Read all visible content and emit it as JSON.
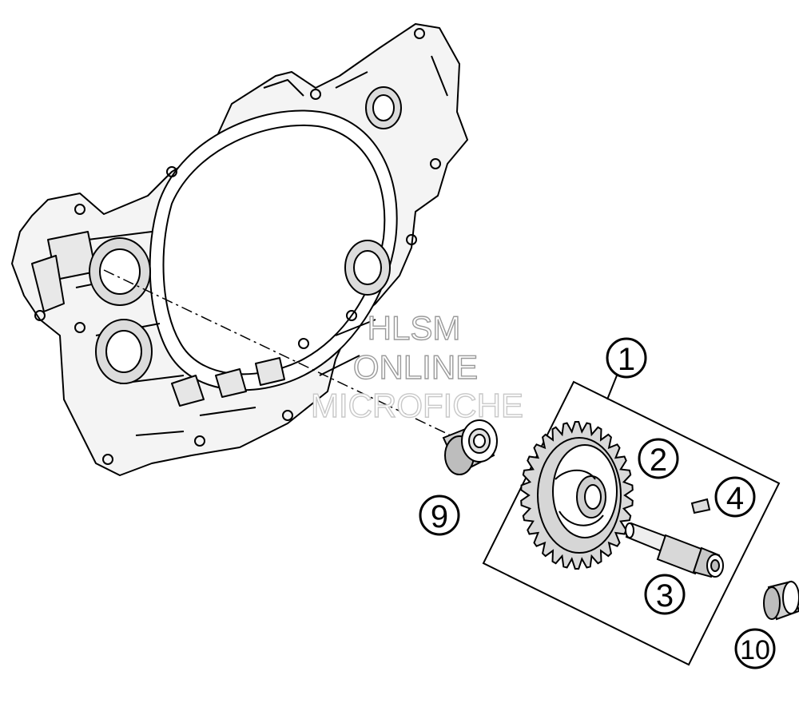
{
  "callouts": {
    "c1": "1",
    "c2": "2",
    "c3": "3",
    "c4": "4",
    "c9": "9",
    "c10": "10"
  },
  "watermark": {
    "line1": "HLSM",
    "line2": "ONLINE",
    "line3": "MICROFICHE"
  },
  "colors": {
    "ink": "#000000",
    "paper": "#ffffff",
    "shade": "#d9d9d9",
    "watermark": "#9a9a9a"
  }
}
